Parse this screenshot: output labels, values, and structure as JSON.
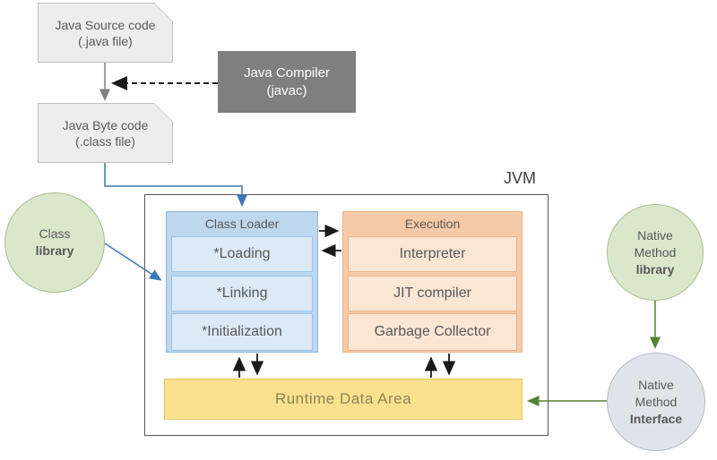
{
  "diagram_title": "JVM",
  "colors": {
    "class_loader_fill": "#bdd7ee",
    "class_loader_item_fill": "#dce9f6",
    "execution_fill": "#f7caa7",
    "execution_item_fill": "#fbe5d3",
    "runtime_fill": "#fbe18d",
    "library_circle_fill": "#d9e7ca",
    "interface_circle_fill": "#dfe3ea",
    "compiler_fill": "#7f7f7f",
    "blue_arrow": "#3b78b5",
    "green_arrow": "#548235",
    "black_arrow": "#1a1a1a",
    "gray_arrow": "#808080"
  },
  "source_file": {
    "line1": "Java Source code",
    "line2": "(.java file)"
  },
  "compiler": {
    "line1": "Java Compiler",
    "line2": "(javac)"
  },
  "byte_file": {
    "line1": "Java Byte code",
    "line2": "(.class file)"
  },
  "jvm": {
    "label": "JVM"
  },
  "class_loader": {
    "title": "Class Loader",
    "items": [
      "*Loading",
      "*Linking",
      "*Initialization"
    ]
  },
  "execution": {
    "title": "Execution",
    "items": [
      "Interpreter",
      "JIT compiler",
      "Garbage Collector"
    ]
  },
  "runtime": {
    "label": "Runtime Data Area"
  },
  "class_library": {
    "line1": "Class",
    "line2": "library"
  },
  "native_method_library": {
    "line1": "Native",
    "line2": "Method",
    "line3": "library"
  },
  "native_method_interface": {
    "line1": "Native",
    "line2": "Method",
    "line3": "Interface"
  }
}
